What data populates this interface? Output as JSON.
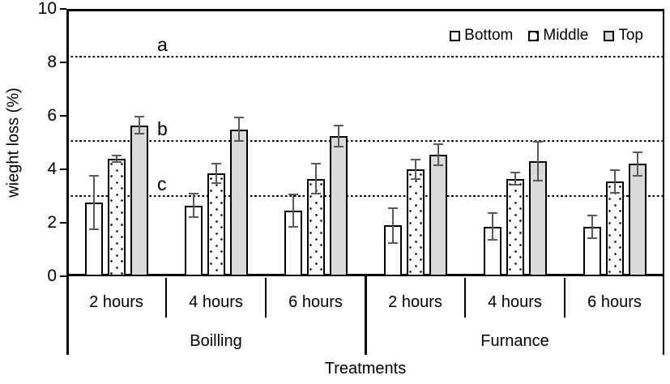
{
  "chart_data": {
    "type": "bar",
    "title": "",
    "ylabel": "wieght loss (%)",
    "xlabel": "Treatments",
    "ylim": [
      0,
      10
    ],
    "yticks": [
      0,
      2,
      4,
      6,
      8,
      10
    ],
    "grid": "none",
    "legend_position": "top-right-inside",
    "groups": [
      "2 hours",
      "4 hours",
      "6 hours",
      "2 hours",
      "4 hours",
      "6 hours"
    ],
    "treatments": [
      {
        "label": "Boilling",
        "from": 0,
        "to": 2
      },
      {
        "label": "Furnance",
        "from": 3,
        "to": 5
      }
    ],
    "series": [
      {
        "name": "Bottom",
        "style": "white",
        "values": [
          2.75,
          2.65,
          2.45,
          1.9,
          1.85,
          1.85
        ],
        "errors": [
          1.0,
          0.45,
          0.6,
          0.65,
          0.5,
          0.42
        ]
      },
      {
        "name": "Middle",
        "style": "dots",
        "values": [
          4.4,
          3.85,
          3.65,
          4.0,
          3.65,
          3.55
        ],
        "errors": [
          0.12,
          0.35,
          0.55,
          0.35,
          0.22,
          0.43
        ]
      },
      {
        "name": "Top",
        "style": "gray",
        "values": [
          5.65,
          5.5,
          5.25,
          4.55,
          4.3,
          4.2
        ],
        "errors": [
          0.33,
          0.43,
          0.4,
          0.4,
          0.73,
          0.45
        ]
      }
    ],
    "reference_lines": [
      {
        "label": "a",
        "value": 8.2
      },
      {
        "label": "b",
        "value": 5.05
      },
      {
        "label": "c",
        "value": 3.0
      }
    ],
    "colors": {
      "bar_fill_white": "#ffffff",
      "bar_fill_gray": "#d9d9d9",
      "bar_border": "#000000",
      "error_bar": "#595959",
      "reference_line": "#000000",
      "text": "#000000",
      "background": "#ffffff"
    }
  }
}
